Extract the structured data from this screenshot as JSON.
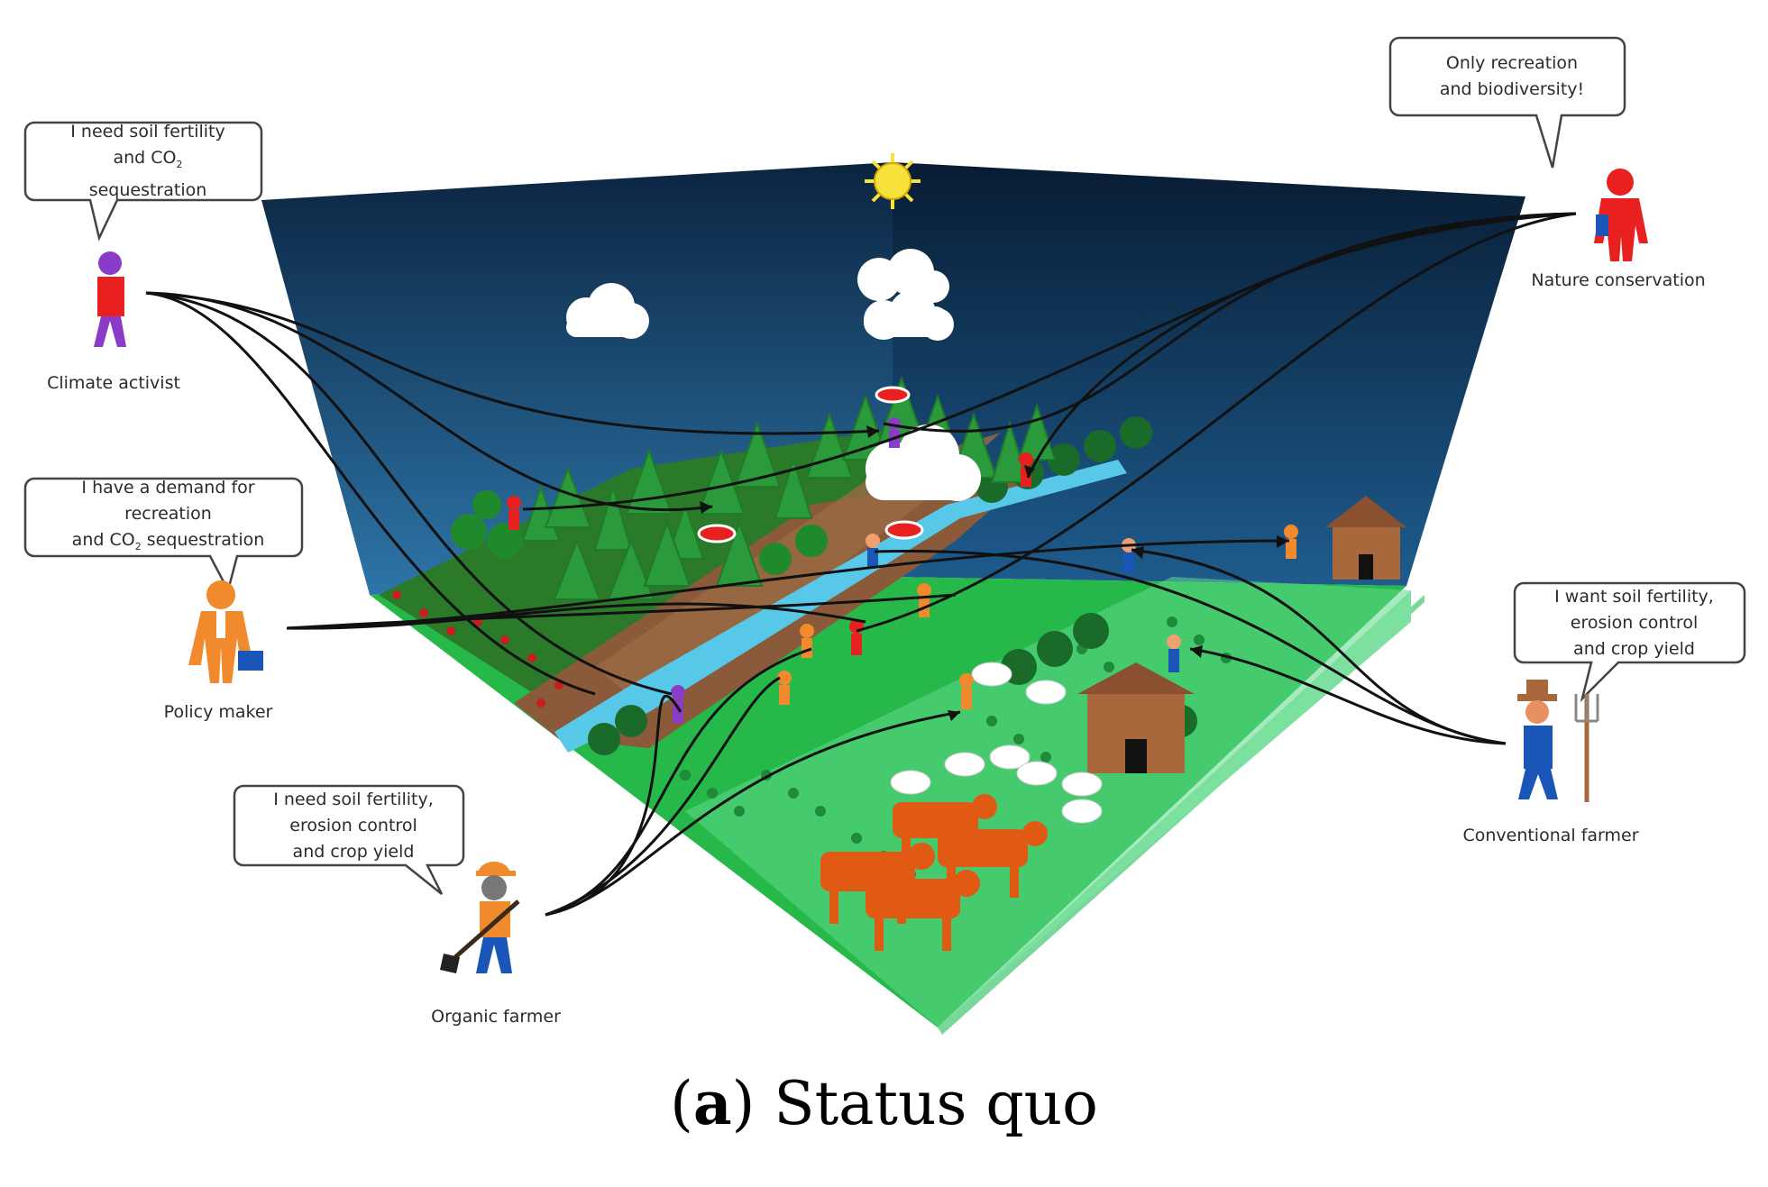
{
  "stakeholders": {
    "climate_activist": {
      "label": "Climate activist",
      "speech": [
        "I need soil fertility",
        "and CO",
        "2",
        "sequestration"
      ]
    },
    "policy_maker": {
      "label": "Policy maker",
      "speech": [
        "I have a demand for",
        "recreation",
        "and CO",
        "2",
        " sequestration"
      ]
    },
    "organic_farmer": {
      "label": "Organic farmer",
      "speech": [
        "I need soil fertility,",
        "erosion control",
        "and crop yield"
      ]
    },
    "nature_conservation": {
      "label": "Nature conservation",
      "speech": [
        "Only recreation",
        "and biodiversity!"
      ]
    },
    "conventional_farmer": {
      "label": "Conventional farmer",
      "speech": [
        "I want soil fertility,",
        "erosion control",
        "and crop yield"
      ]
    }
  },
  "caption": {
    "letter_open": "(",
    "letter": "a",
    "letter_close": ")",
    "text": " Status quo"
  },
  "colors": {
    "sky_top": "#0a2038",
    "sky_bottom": "#2a6a9a",
    "grass": "#27b84a",
    "grass_light": "#9fe6b4",
    "soil": "#8a5a3a",
    "cow": "#e05a14",
    "barn": "#a8683c",
    "orange": "#f08a2c",
    "red": "#e82020",
    "purple": "#8a3cc8",
    "blue": "#1a56b8"
  }
}
